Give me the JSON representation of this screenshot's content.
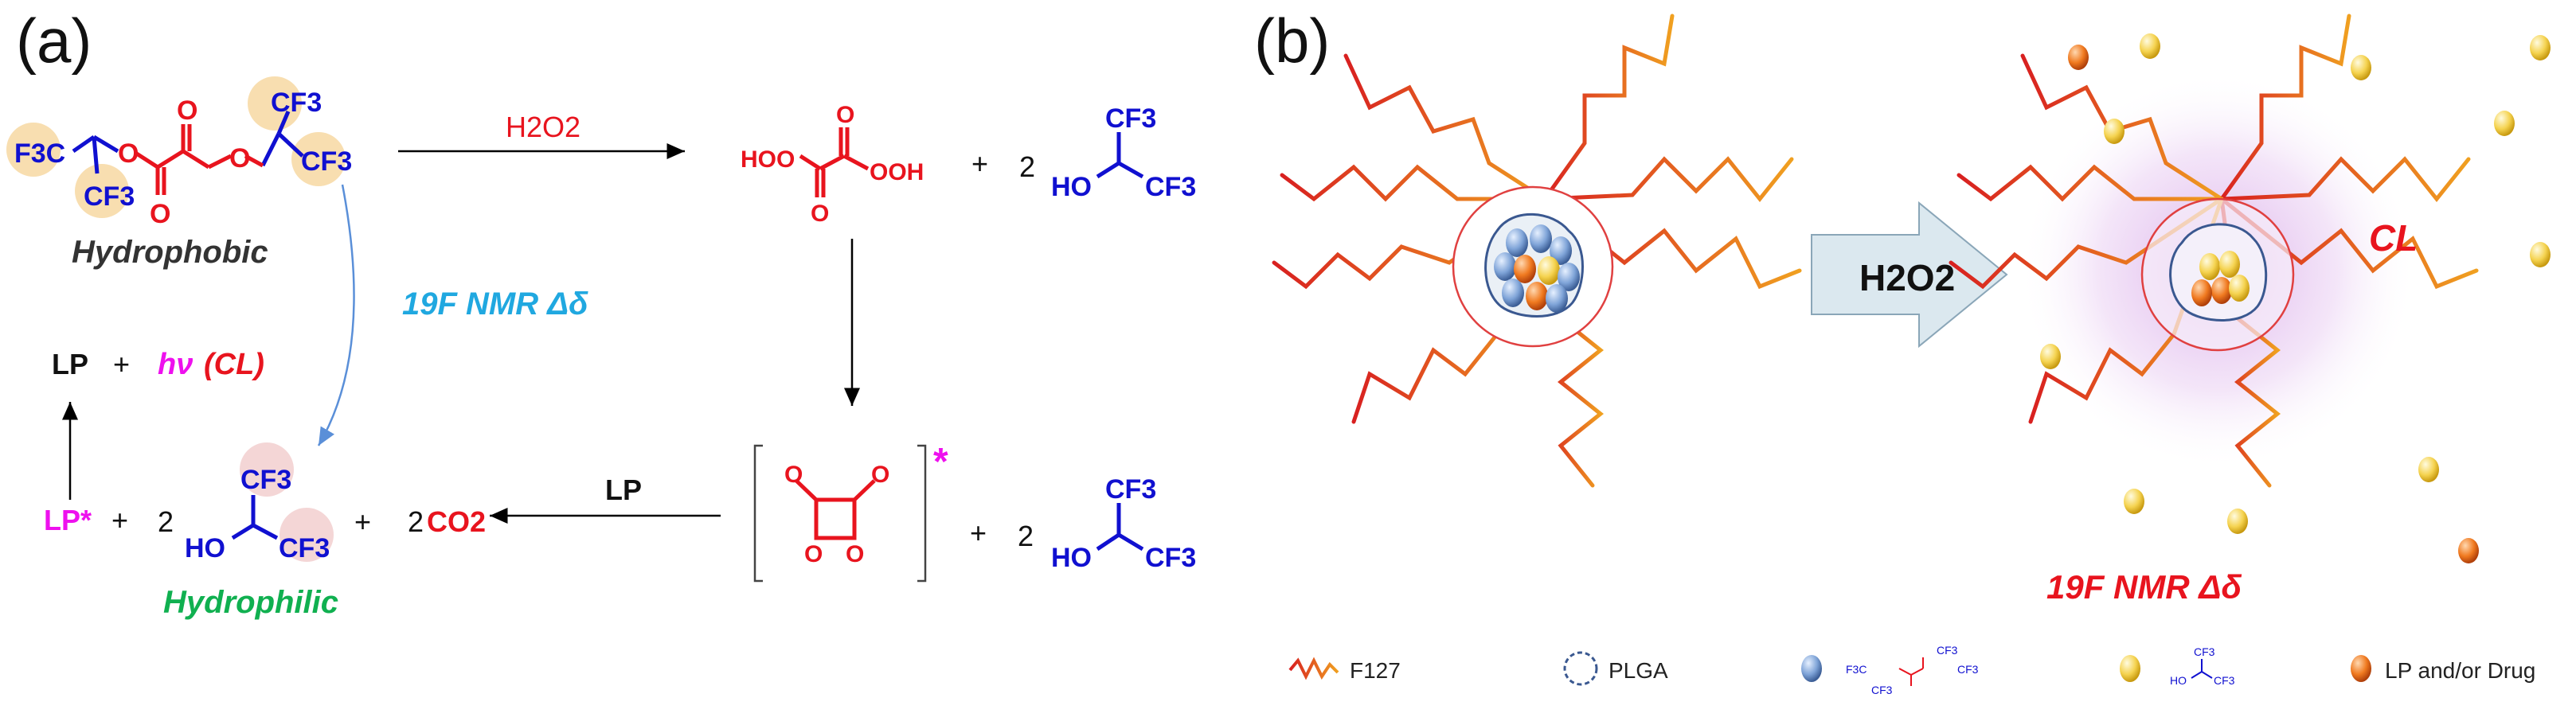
{
  "panel_a": {
    "label": "(a)",
    "reactant": {
      "left_group": "F3C",
      "right_group": "CF3",
      "top_group": "CF3",
      "bottom_group": "CF3",
      "o1": "O",
      "o2": "O",
      "o3": "O",
      "o4": "O",
      "caption": "Hydrophobic"
    },
    "arrow1_label": "H2O2",
    "product1": {
      "left": "HOO",
      "right": "OOH",
      "o_top": "O",
      "o_bottom": "O"
    },
    "plus1": "+",
    "coef1": "2",
    "alcohol": {
      "oh": "HO",
      "top": "CF3",
      "right": "CF3"
    },
    "nmr_label": "19F NMR Δδ",
    "lp_emission": {
      "lp": "LP",
      "plus": "+",
      "hv": "hν",
      "cl": "(CL)"
    },
    "intermediate": {
      "star": "*",
      "plus": "+",
      "coef": "2",
      "o_label": "O"
    },
    "arrow_lp_label": "LP",
    "bottom_row": {
      "lp_star": "LP*",
      "plus_a": "+",
      "coef_a": "2",
      "plus_b": "+",
      "co2_coef": "2",
      "co2": "CO2",
      "caption": "Hydrophilic"
    }
  },
  "panel_b": {
    "label": "(b)",
    "arrow_label": "H2O2",
    "cl_label": "CL",
    "nmr_label": "19F NMR Δδ",
    "legend": {
      "f127": "F127",
      "plga": "PLGA",
      "cpo_groups": [
        "F3C",
        "CF3",
        "CF3",
        "CF3"
      ],
      "alcohol_groups": [
        "HO",
        "CF3",
        "CF3"
      ],
      "lp_drug": "LP and/or Drug"
    }
  },
  "colors": {
    "red": "#e8141e",
    "blue": "#1010d0",
    "magenta": "#ee10ee",
    "green": "#10b050",
    "cyan": "#20a8e0",
    "highlight": "#f8deb0",
    "arrow_fill": "#dbe8ef"
  }
}
